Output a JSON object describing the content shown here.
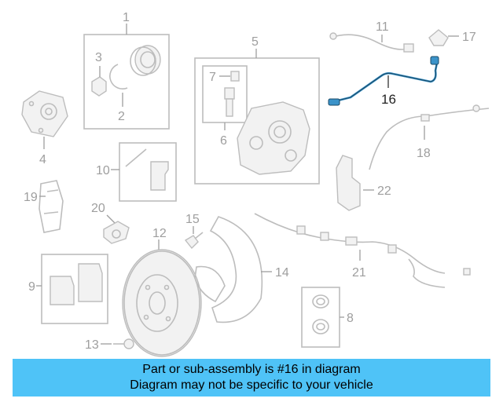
{
  "callouts": {
    "c1": "1",
    "c2": "2",
    "c3": "3",
    "c4": "4",
    "c5": "5",
    "c6": "6",
    "c7": "7",
    "c8": "8",
    "c9": "9",
    "c10": "10",
    "c11": "11",
    "c12": "12",
    "c13": "13",
    "c14": "14",
    "c15": "15",
    "c16": "16",
    "c17": "17",
    "c18": "18",
    "c19": "19",
    "c20": "20",
    "c21": "21",
    "c22": "22"
  },
  "highlight": {
    "part": "16",
    "color": "#3b93c9"
  },
  "banner": {
    "line1": "Part or sub-assembly is #16 in diagram",
    "line2": "Diagram may not be specific to your vehicle",
    "color": "#4fc3f7"
  }
}
